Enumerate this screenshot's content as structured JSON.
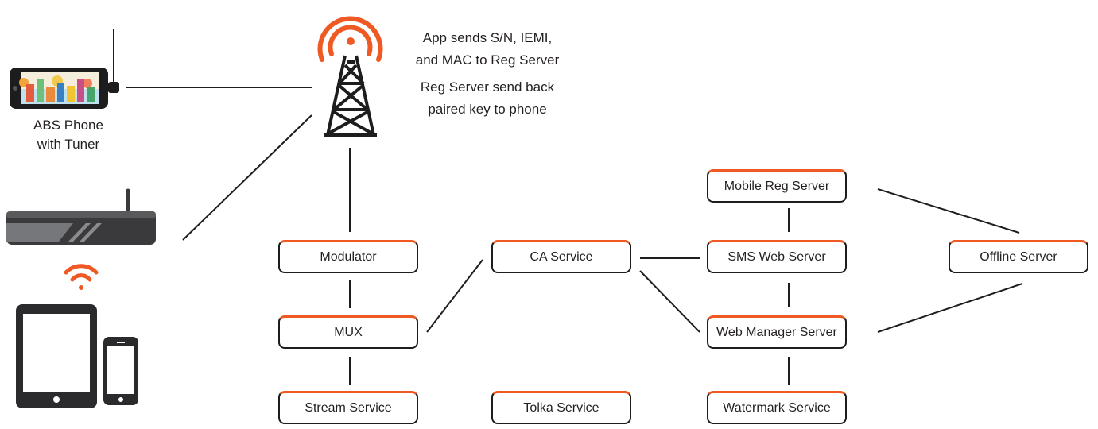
{
  "phone_caption": [
    "ABS Phone",
    "with Tuner"
  ],
  "tower_notes": [
    "App sends S/N, IEMI,",
    "and MAC to Reg Server",
    "Reg Server send back",
    "paired key to phone"
  ],
  "services": {
    "modulator": "Modulator",
    "mux": "MUX",
    "stream": "Stream Service",
    "ca": "CA Service",
    "tolka": "Tolka Service",
    "mobile_reg": "Mobile Reg Server",
    "sms_web": "SMS Web Server",
    "web_manager": "Web Manager Server",
    "watermark": "Watermark Service",
    "offline": "Offline Server"
  },
  "icons": [
    "tower-icon",
    "wifi-icon",
    "set-top-box-icon",
    "phone-with-tuner-icon",
    "tablet-icon",
    "smartphone-icon"
  ],
  "colors": {
    "accent": "#ef5a24",
    "line": "#1d1d1d",
    "device": "#3a3a3c"
  }
}
